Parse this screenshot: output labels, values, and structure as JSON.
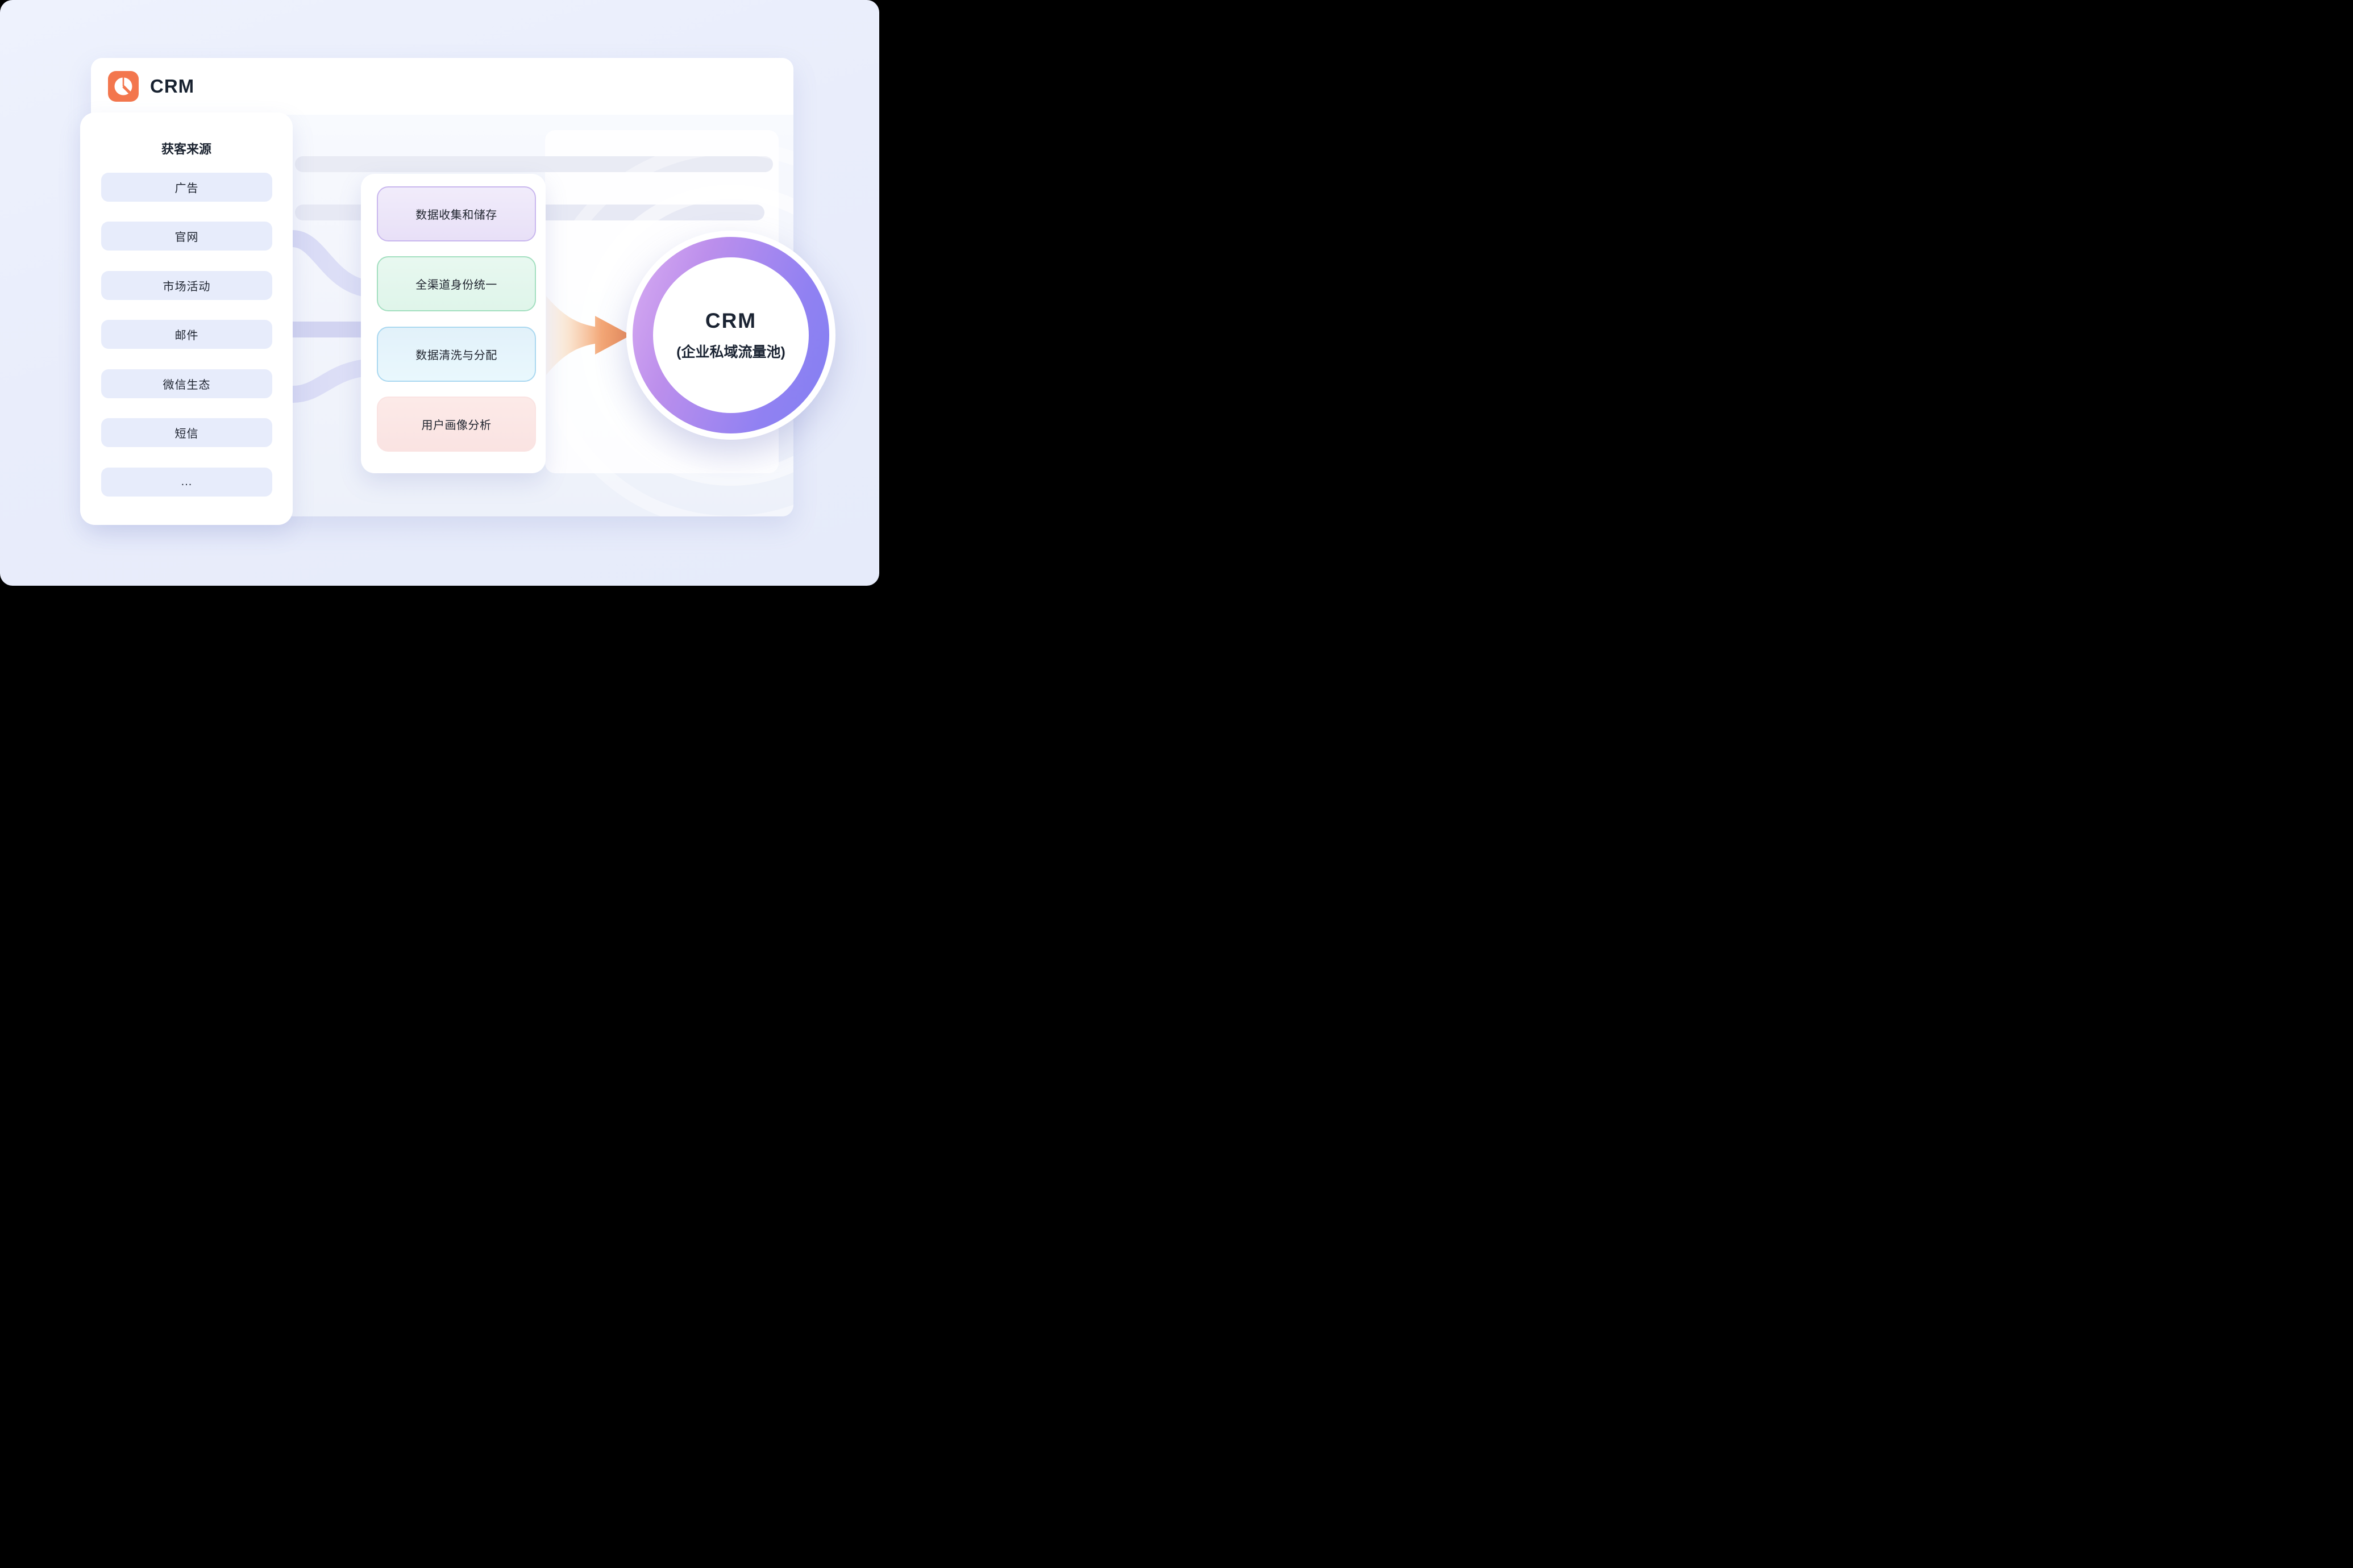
{
  "page": {
    "background": "#E8ECFA"
  },
  "header": {
    "app_title": "CRM",
    "logo_icon": "pie-chart-icon",
    "logo_color": "#F3764D",
    "title_color": "#182230"
  },
  "sidebar": {
    "title": "获客来源",
    "items": [
      {
        "label": "广告"
      },
      {
        "label": "官网"
      },
      {
        "label": "市场活动"
      },
      {
        "label": "邮件"
      },
      {
        "label": "微信生态"
      },
      {
        "label": "短信"
      },
      {
        "label": "..."
      }
    ]
  },
  "pipeline": {
    "items": [
      {
        "label": "数据收集和储存",
        "tone": "purple",
        "accent": "#C9B7EE"
      },
      {
        "label": "全渠道身份统一",
        "tone": "green",
        "accent": "#A3DFC0"
      },
      {
        "label": "数据清洗与分配",
        "tone": "blue",
        "accent": "#AAD8F0"
      },
      {
        "label": "用户画像分析",
        "tone": "pink",
        "accent": "#FAE3E2"
      }
    ]
  },
  "flow": {
    "arrow_icon": "arrow-right-icon",
    "arrow_color": "#EF8A50",
    "connector_color": "#D2D4F1"
  },
  "target": {
    "title": "CRM",
    "subtitle": "(企业私域流量池)",
    "ring_from": "#D7ABF1",
    "ring_to": "#827FF2"
  }
}
